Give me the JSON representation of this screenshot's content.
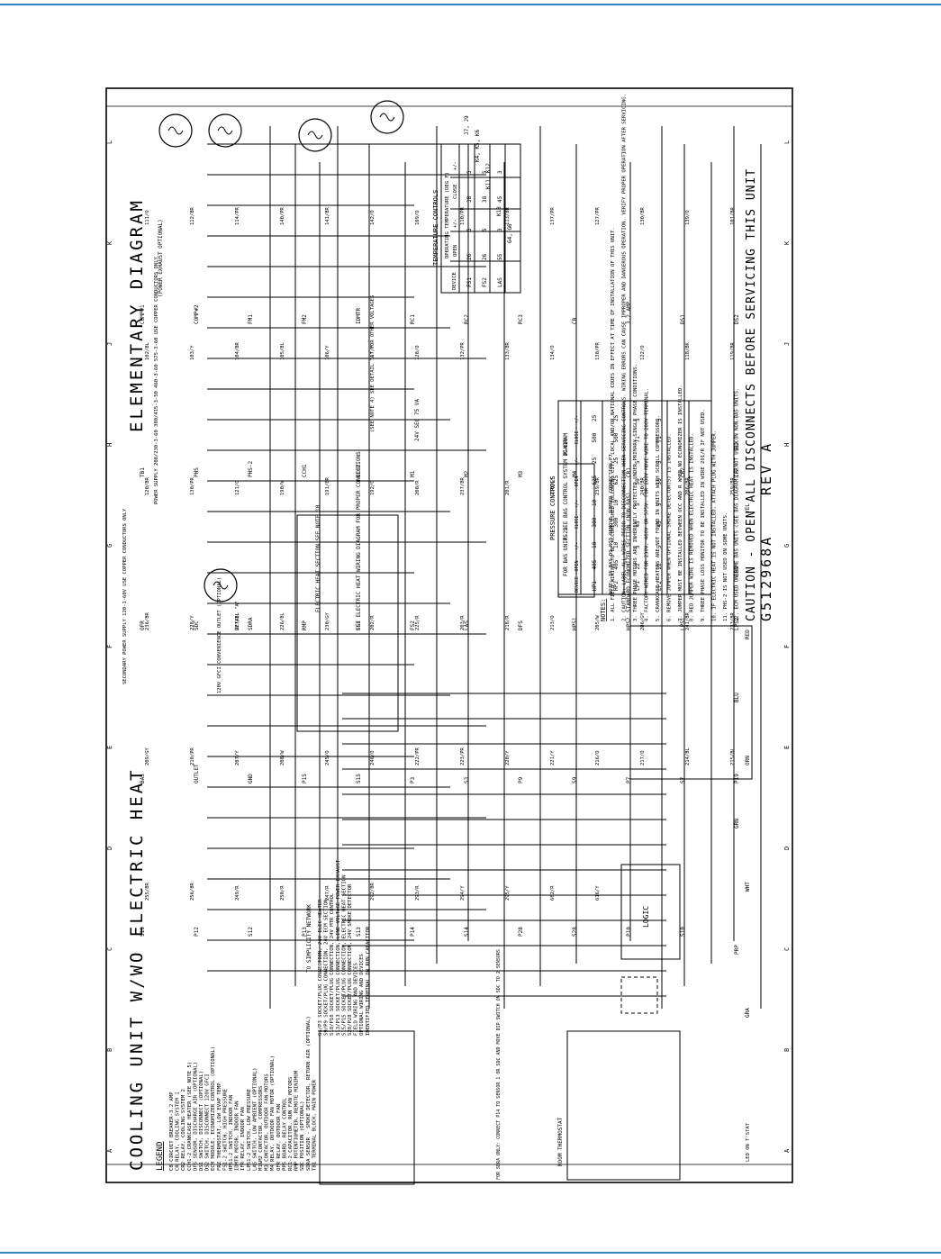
{
  "page": {
    "accent_color": "#2e86c1"
  },
  "diagram": {
    "title": "COOLING UNIT W/WO ELECTRIC HEAT",
    "subtitle": "ELEMENTARY DIAGRAM",
    "grid_columns": [
      "A",
      "B",
      "C",
      "D",
      "E",
      "F",
      "G",
      "H",
      "J",
      "K",
      "L"
    ],
    "legend_title": "LEGEND",
    "legend": [
      "CB      CIRCUIT BREAKER-3.2 AMP",
      "CR      RELAY, COOLING SYSTEM 1",
      "CR2     RELAY, COOLING SYSTEM 2",
      "CCH1-2  CRANKCASE HEATER (SEE NOTE 5)",
      "DFS     SENSOR, DISCHARGE AIR (OPTIONAL)",
      "DS1     SWITCH, DISCONNECT (OPTIONAL)",
      "DS2     SWITCH, DISCONNECT 120V GFCI",
      "ECM     MODULE, ECONOMIZER CONTROL (OPTIONAL)",
      "FRZ     THERMOSTAT, LOW EVAP TEMP",
      "FS1-2   SWITCH, HIGH PRESSURE",
      "HPS1-2  SWITCH, INDOOR FAN",
      "IDMTR   MOTOR, INDOOR FAN",
      "IFR     RELAY, INDOOR FAN",
      "LPS1-2  SWITCH, LOW PRESSURE",
      "LAS     SWITCH, LOW AMBIENT (OPTIONAL)",
      "M1&M2   CONTACTOR, COMPRESSORS",
      "M3      CONTACTOR, OUTDOOR FAN MOTORS",
      "M4      RELAY, OUTDOOR FAN MOTOR (OPTIONAL)",
      "OFR     RELAY, OUTDOOR FAN",
      "PPS     BOARD, RELAY CONTROL",
      "RC1-2   CAPACITOR, RUN FAN MOTORS",
      "RMP     POTENTIOMETER, REMOTE MINIMUM",
      "SDC     POSITION (OPTIONAL)",
      "SDRA    SENSOR - SMOKE DETECTOR, RETURN AIR (OPTIONAL)",
      "TB1     TERMINAL BLOCK, MAIN POWER",
      "S3/P3   SOCKET/PLUG CONNECTION, 24V ELEC HEATER",
      "S9/P9   SOCKET/PLUG CONNECTION, 24V ECM SECTION",
      "S10/P10 SOCKET/PLUG CONNECTION, 24V MTR CONTROL",
      "S13/P13 SOCKET/PLUG CONNECTION, LINE VOLTAGE POWER EXHAUST",
      "S15/P15 SOCKET/PLUG CONNECTION, ELECTRIC HEAT SECTION",
      "S28/P28 SOCKET/PLUG CONNECTION, 24V SMOKE DETECTOR",
      "        FIELD WIRING AND DEVICES",
      "        OPTIONAL WIRING AND DEVICES",
      "        IDENTIFIED TERMINAL ON RUN CAPACITOR"
    ],
    "labels": {
      "power_supply": "POWER SUPPLY 208/230-3-60 380/415-3-50 460-3-60 575-3-60 USE COPPER CONDUCTORS ONLY",
      "secondary_supply": "SECONDARY POWER SUPPLY 120-1-60V USE COPPER CONDUCTORS ONLY",
      "power_exhaust": "(POWER EXHAUST OPTIONAL)",
      "convenience_outlet": "120V GFCI CONVENIENCE OUTLET (OPTIONAL)",
      "detail_a": "DETAIL \"A\"",
      "transformer": "24V SEC 75 VA",
      "electric_heat": "ELECTRIC HEAT SECTION SEE NOTE 10",
      "see_electric_heat": "SEE ELECTRIC HEAT WIRING DIAGRAM FOR PROPER CONNECTIONS",
      "economizer": "STANDARD ECONOMIZER SECTION (NON-BAS)",
      "bas_units": "FOR BAS UNITS SEE BAS CONTROL SYSTEM DIAGRAM",
      "bas_note": "NOTE: IF BAS DO NOT REMOVE JUMPER CONNECTION P7",
      "room_thermostat": "ROOM THERMOSTAT",
      "led": "LED ON T'STAT",
      "logic": "LOGIC",
      "to_simplicity": "TO SIMPLICITY NETWORK",
      "see_note_4": "(SEE NOTE 4) SEE DETAIL \"A\" FOR OTHER VOLTAGES",
      "sdc_note": "FOR SDRA ONLY: CONNECT P14 TO SENSOR 1 OR SDC AND MOVE DIP SWITCH ON SDC TO 2 SENSORS"
    },
    "temperature_controls": {
      "title": "TEMPERATURE CONTROLS",
      "columns": [
        "DEVICE",
        "OPERATING TEMPERATURE (DEG F)",
        "OPEN",
        "+/-",
        "CLOSE",
        "+/-"
      ],
      "rows": [
        [
          "FS1",
          "26",
          "5",
          "38",
          "5"
        ],
        [
          "FS2",
          "26",
          "5",
          "38",
          "5"
        ],
        [
          "LAS",
          "55",
          "3",
          "45",
          "3"
        ]
      ]
    },
    "pressure_controls": {
      "title": "PRESSURE CONTROLS",
      "refrigerants": [
        "R-22",
        "R-410"
      ],
      "columns": [
        "DEVICE",
        "OPEN",
        "+/-",
        "CLOSE",
        "+/-",
        "OPEN",
        "+/-",
        "CLOSE",
        "+/-"
      ],
      "rows": [
        [
          "HP1",
          "405",
          "10",
          "300",
          "10",
          "625",
          "25",
          "500",
          "25"
        ],
        [
          "HP2",
          "405",
          "10",
          "300",
          "10",
          "625",
          "25",
          "500",
          "25"
        ],
        [
          "LP1",
          "22",
          "5",
          "45",
          "5",
          "50",
          "5",
          "71",
          "5"
        ],
        [
          "LP2",
          "22",
          "5",
          "45",
          "5",
          "50",
          "5",
          "71",
          "5"
        ]
      ]
    },
    "notes_title": "NOTES:",
    "notes": [
      "1. ALL FIELD WIRING TO BE ACCOMPLISHED FOLLOWING CITY, LOCAL AND/OR NATIONAL CODES IN EFFECT AT TIME OF INSTALLATION OF THIS UNIT.",
      "2. CAUTION: LABEL ALL WIRES PRIOR TO DISCONNECTION WHEN SERVICING CONTROLS. WIRING ERRORS CAN CAUSE IMPROPER AND DANGEROUS OPERATION. VERIFY PROPER OPERATION AFTER SERVICING.",
      "3. THREE PHASE MOTORS ARE INHERENTLY PROTECTED UNDER PRIMARY SINGLE PHASE CONDITIONS.",
      "4. FACTORY WIRED FOR 230V, 460V OR 575V. FOR 208V MOVE WIRE TO 208V TERMINAL.",
      "5. CRANKCASE HEATERS ARE NOT FOUND IN UNITS WITH SCROLL COMPRESSORS.",
      "6. REMOVE JUMPER WHEN OPTIONAL SMOKE DETECTOR(S) IS INSTALLED.",
      "7. JUMPER MUST BE INSTALLED BETWEEN OCC AND R WHEN NO ECONOMIZER IS INSTALLED.",
      "8. RED JUMPER WIRE IS REMOVED WHEN ELECTRIC HEAT IS INSTALLED.",
      "9. THREE PHASE LOSS MONITOR TO BE INSTALLED IN WIRE 201/R IF NOT USED.",
      "10. IF ELECTRIC HEAT IS NOT INSTALLED, ATTACH PLUG WITH JUMPER.",
      "11. PHS-2 IS NOT USED ON SOME UNITS.",
      "12. ECM USED ON SOME BAS UNITS (SEE BAS DIAGRAM) & NOT USED ON NON-BAS UNITS."
    ],
    "caution": "CAUTION - OPEN ALL DISCONNECTS BEFORE SERVICING THIS UNIT",
    "part_number": "G512968A",
    "revision": "REV A",
    "connector_refs": [
      "J7, J9",
      "K4, K5, K6",
      "K11, K12",
      "K13",
      "G4, G6"
    ],
    "device_labels": [
      "COMP#1",
      "COMP#2",
      "FM1",
      "FM2",
      "IDMTR",
      "RC1",
      "RC2",
      "RC3",
      "CB",
      "3.2 AMP",
      "DS1",
      "DS2",
      "TB1",
      "PHS",
      "PHS-2",
      "CCH1",
      "CCH2",
      "M1",
      "M2",
      "M3",
      "M4",
      "CR1",
      "CR2",
      "IFR",
      "OFR",
      "SDC",
      "SDRA",
      "RMP",
      "FS1",
      "FS2",
      "LAS",
      "DFS",
      "HPS1",
      "HPS2",
      "LPS1",
      "LPS2",
      "BAS",
      "OUTLET",
      "GND",
      "P15",
      "S15",
      "P3",
      "S3",
      "P9",
      "S9",
      "P7",
      "S7",
      "P19",
      "S19",
      "P12",
      "S12",
      "P13",
      "S13",
      "P14",
      "S14",
      "P28",
      "S28",
      "P10",
      "S10"
    ],
    "wire_labels": [
      "111/O",
      "112/BR",
      "114/PR",
      "140/PR",
      "141/BR",
      "142/O",
      "109/O",
      "110/PR",
      "113/BR",
      "137/PR",
      "127/PR",
      "130/BR",
      "139/O",
      "101/BR",
      "102/BL",
      "103/Y",
      "104/BR",
      "105/BL",
      "106/Y",
      "117/Y",
      "128/O",
      "132/PR",
      "133/BR",
      "134/O",
      "138/PR",
      "122/O",
      "118/BK",
      "119/BR",
      "120/BR",
      "130/PR",
      "121/O",
      "190/W",
      "191/BR",
      "192/O",
      "200/R",
      "237/BR",
      "201/R",
      "230/GY",
      "239/BR",
      "240/BR",
      "206/BR",
      "259/BR",
      "236/BR",
      "228/Y",
      "227/BL",
      "226/BL",
      "230/GY",
      "202/R",
      "225/R",
      "203/R",
      "218/R",
      "213/O",
      "205/W",
      "206/GY",
      "241/BR",
      "233/BR",
      "209/GY",
      "210/PR",
      "207/Y",
      "208/W",
      "245/O",
      "246/O",
      "222/PR",
      "223/PR",
      "220/Y",
      "221/Y",
      "216/O",
      "217/O",
      "214/BL",
      "215/BL",
      "255/BR",
      "256/BR",
      "249/R",
      "250/R",
      "247/R",
      "292/BR",
      "293/R",
      "294/Y",
      "295/Y",
      "682/R",
      "616/Y"
    ],
    "color_codes": [
      "BLK",
      "YEL",
      "BRN",
      "RED",
      "BLU",
      "ORN",
      "GRN",
      "WHT",
      "PRP",
      "GRA"
    ]
  }
}
